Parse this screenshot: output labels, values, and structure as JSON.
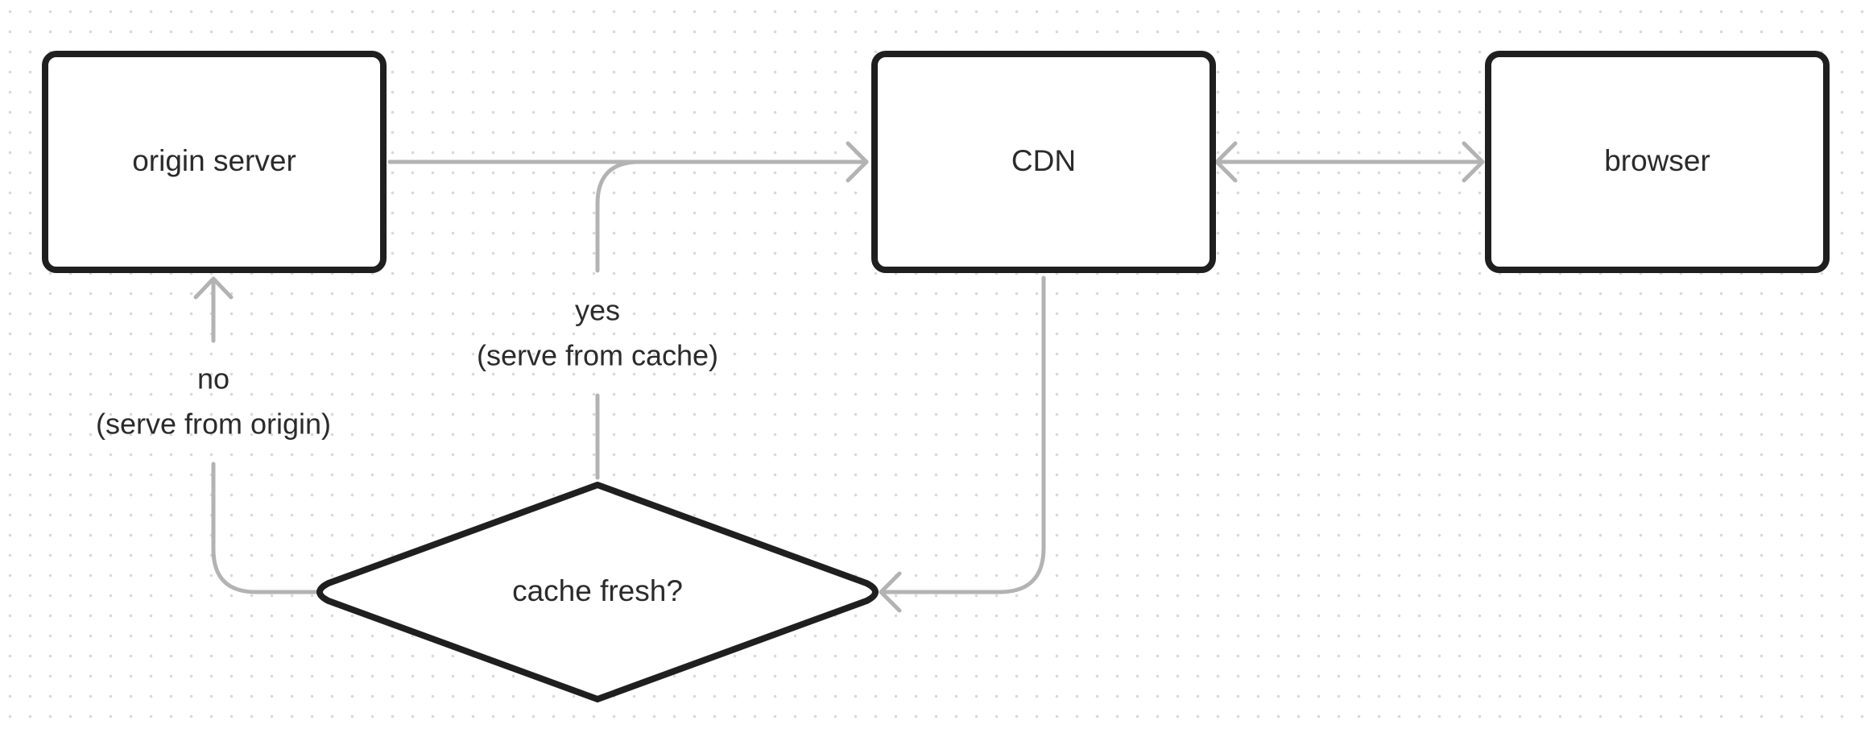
{
  "diagram": {
    "nodes": {
      "origin": {
        "label": "origin server",
        "shape": "rectangle"
      },
      "cdn": {
        "label": "CDN",
        "shape": "rectangle"
      },
      "browser": {
        "label": "browser",
        "shape": "rectangle"
      },
      "decision": {
        "label": "cache fresh?",
        "shape": "diamond"
      }
    },
    "edges": {
      "yes": {
        "from": "decision",
        "to": "cdn",
        "line1": "yes",
        "line2": "(serve from cache)"
      },
      "no": {
        "from": "decision",
        "to": "origin",
        "line1": "no",
        "line2": "(serve from origin)"
      },
      "origin_to_cdn": {
        "from": "origin",
        "to": "cdn"
      },
      "cdn_browser": {
        "from": "cdn",
        "to": "browser",
        "bidirectional": true
      },
      "cdn_to_decision": {
        "from": "cdn",
        "to": "decision"
      }
    },
    "colors": {
      "node_stroke": "#1f1f1f",
      "connector": "#b3b3b3",
      "text": "#2b2b2b",
      "grid_dot": "#d9d9d9"
    }
  }
}
